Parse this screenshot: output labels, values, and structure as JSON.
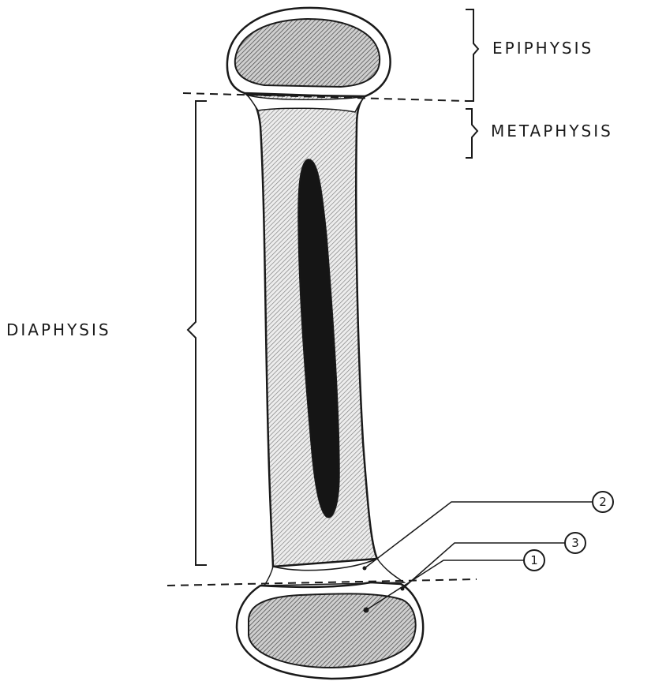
{
  "labels": {
    "epiphysis": "EPIPHYSIS",
    "metaphysis": "METAPHYSIS",
    "diaphysis": "DIAPHYSIS"
  },
  "callouts": {
    "c1": "1",
    "c2": "2",
    "c3": "3"
  },
  "colors": {
    "ink": "#1a1a1a",
    "bone_fill": "#d9d9d9",
    "marrow": "#151515"
  }
}
